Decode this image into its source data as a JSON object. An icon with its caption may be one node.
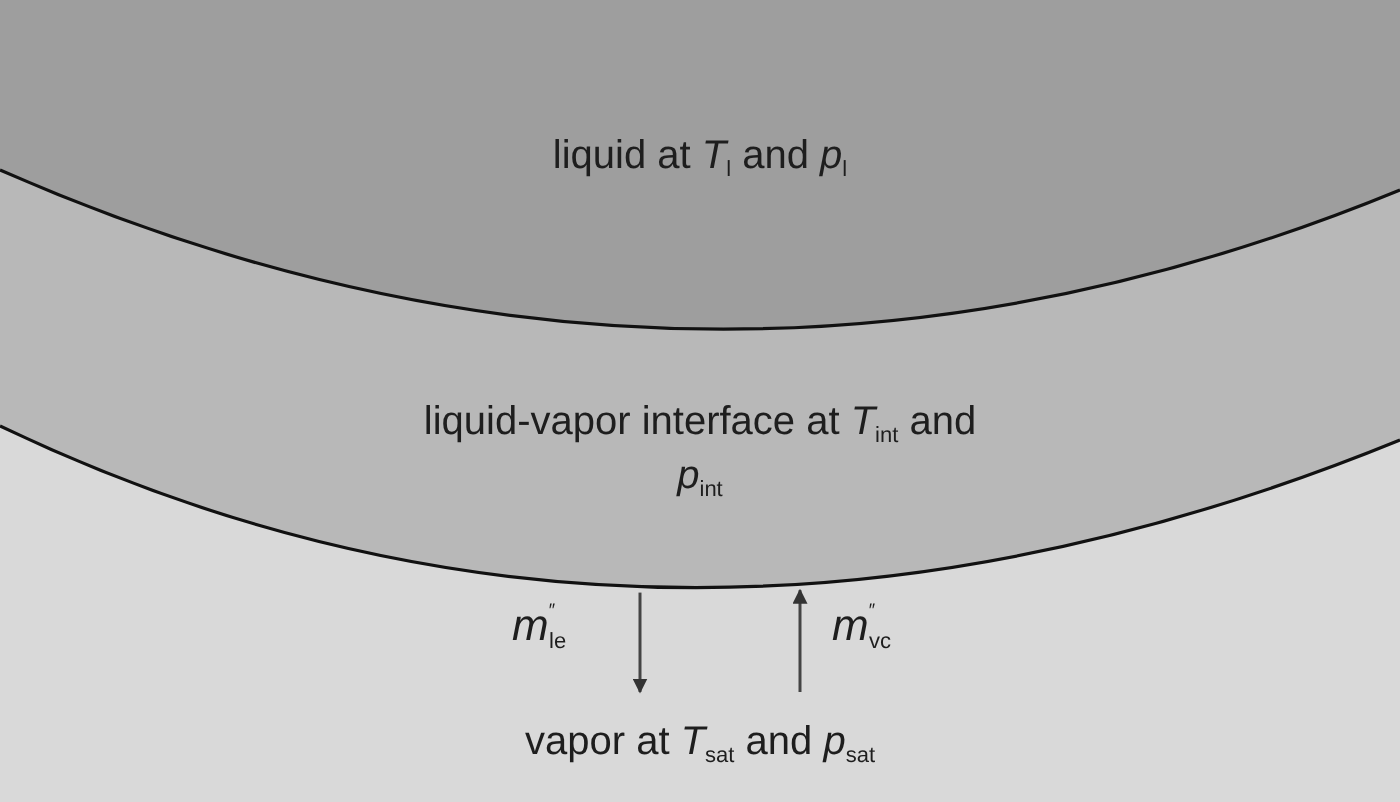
{
  "diagram": {
    "nodes": [
      {
        "text": [
          "liquid at *T*$_{l}$ and *p*$_{l}$"
        ]
      },
      {
        "text": [
          "liquid-vapor interface at *T*$_{int}$ and *p*$_{int}$"
        ]
      },
      {
        "text": [
          "vapor at *T*$_{sat}$ and *p*$_{sat}$"
        ]
      }
    ],
    "edges": [
      {
        "from": 1,
        "to": 2,
        "arrow": "to",
        "label": "*m*$^{″}$$_{le}$"
      },
      {
        "from": 2,
        "to": 1,
        "arrow": "to",
        "label": "*m*$^{″}$$_{vc}$"
      }
    ]
  }
}
